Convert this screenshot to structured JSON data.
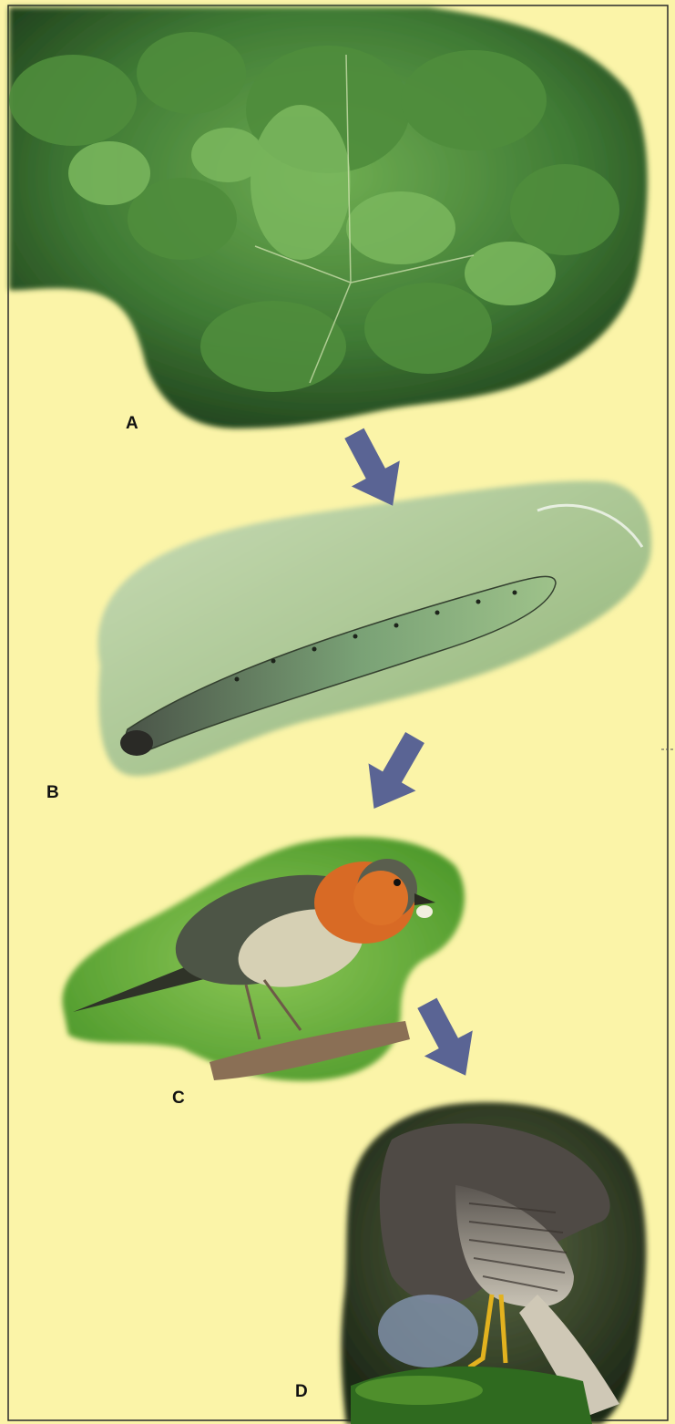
{
  "colors": {
    "background": "#fbf4a8",
    "arrow": "#5a6494",
    "border": "#2a2a2a",
    "leaf_dark": "#2f5e2a",
    "leaf_light": "#5c9a45",
    "caterpillar_bg": "#9fbf86",
    "robin_bg": "#6fae3e",
    "robin_breast": "#d86a25",
    "hawk_bg": "#3c4a2c"
  },
  "panels": [
    {
      "label": "A",
      "subject": "oak leaves",
      "icon": "oak-leaves-image"
    },
    {
      "label": "B",
      "subject": "caterpillar",
      "icon": "caterpillar-image"
    },
    {
      "label": "C",
      "subject": "robin",
      "icon": "robin-image"
    },
    {
      "label": "D",
      "subject": "sparrowhawk",
      "icon": "hawk-image"
    }
  ],
  "arrows": [
    {
      "from": "A",
      "to": "B",
      "icon": "arrow-down-icon"
    },
    {
      "from": "B",
      "to": "C",
      "icon": "arrow-down-icon"
    },
    {
      "from": "C",
      "to": "D",
      "icon": "arrow-down-icon"
    }
  ]
}
